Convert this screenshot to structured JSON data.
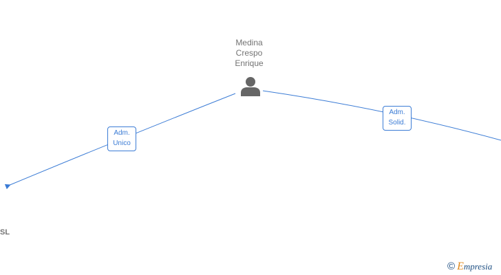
{
  "person": {
    "name_lines": [
      "Medina",
      "Crespo",
      "Enrique"
    ],
    "icon": "person-icon"
  },
  "roles": [
    {
      "lines": [
        "Adm.",
        "Unico"
      ]
    },
    {
      "lines": [
        "Adm.",
        "Solid."
      ]
    }
  ],
  "companies": [
    {
      "label": "SL"
    }
  ],
  "watermark": {
    "symbol": "©",
    "first_letter": "E",
    "rest": "mpresia"
  },
  "colors": {
    "edge": "#3a7bd5",
    "text": "#737373",
    "icon": "#666666",
    "watermark_orange": "#e08a1e",
    "watermark_blue": "#1a4c80"
  }
}
